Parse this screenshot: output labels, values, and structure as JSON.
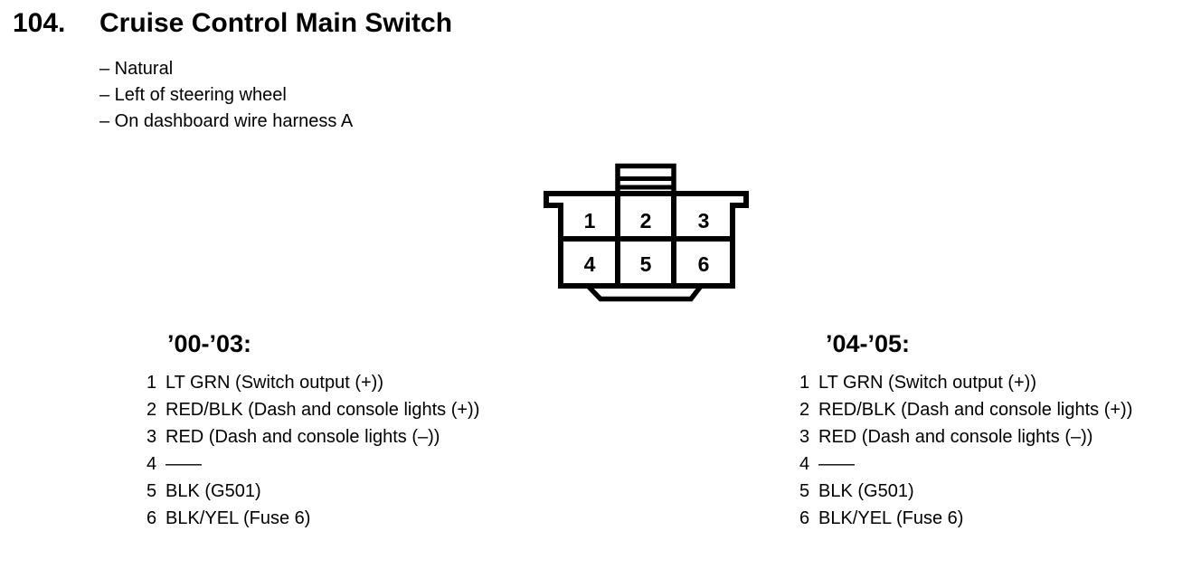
{
  "header": {
    "index": "104.",
    "title": "Cruise Control Main Switch"
  },
  "notes": [
    "– Natural",
    "– Left of steering wheel",
    "– On dashboard wire harness A"
  ],
  "connector": {
    "description": "6-pin connector front view, latch tab on top, keyed keel on bottom",
    "pins": [
      "1",
      "2",
      "3",
      "4",
      "5",
      "6"
    ]
  },
  "columns": [
    {
      "years": "’00-’03:",
      "pins": [
        {
          "num": "1",
          "desc": "LT GRN (Switch output (+))"
        },
        {
          "num": "2",
          "desc": "RED/BLK (Dash and console lights (+))"
        },
        {
          "num": "3",
          "desc": "RED (Dash and console lights (–))"
        },
        {
          "num": "4",
          "desc": "——"
        },
        {
          "num": "5",
          "desc": "BLK (G501)"
        },
        {
          "num": "6",
          "desc": "BLK/YEL (Fuse 6)"
        }
      ]
    },
    {
      "years": "’04-’05:",
      "pins": [
        {
          "num": "1",
          "desc": "LT GRN (Switch output (+))"
        },
        {
          "num": "2",
          "desc": "RED/BLK (Dash and console lights (+))"
        },
        {
          "num": "3",
          "desc": "RED (Dash and console lights (–))"
        },
        {
          "num": "4",
          "desc": "——"
        },
        {
          "num": "5",
          "desc": "BLK (G501)"
        },
        {
          "num": "6",
          "desc": "BLK/YEL (Fuse 6)"
        }
      ]
    }
  ],
  "colors": {
    "ink": "#000000",
    "paper": "#ffffff"
  }
}
